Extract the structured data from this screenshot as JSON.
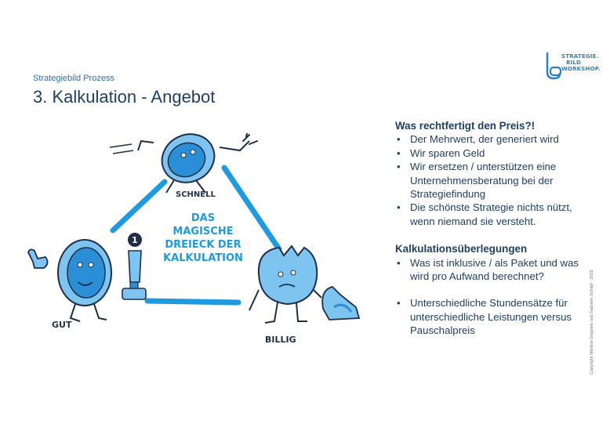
{
  "header": {
    "kicker": "Strategiebild Prozess",
    "title": "3. Kalkulation - Angebot"
  },
  "logo": {
    "lines": [
      "STRATEGIE.",
      "BILD",
      "WORKSHOP."
    ],
    "color": "#2a7fd0"
  },
  "illustration": {
    "center_lines": [
      "DAS",
      "MAGISCHE",
      "DREIECK DER",
      "KALKULATION"
    ],
    "label_top": "SCHNELL",
    "label_left": "GUT",
    "label_right": "BILLIG",
    "accent": "#1e9be0"
  },
  "right": {
    "section1_heading": "Was rechtfertigt den Preis?!",
    "section1_items": [
      "Der Mehrwert, der generiert wird",
      "Wir sparen Geld",
      "Wir ersetzen / unterstützen eine Unternehmensberatung bei der Strategiefindung",
      "Die schönste Strategie nichts nützt, wenn niemand sie versteht."
    ],
    "section2_heading": "Kalkulationsüberlegungen",
    "section2_items": [
      "Was ist inklusive / als Paket und was wird pro Aufwand berechnet?",
      "Unterschiedliche Stundensätze für unterschiedliche Leistungen versus Pauschalpreis"
    ]
  },
  "copyright": "Copyright Martina Grigoleit und Gabriele Schlipf - 2025"
}
